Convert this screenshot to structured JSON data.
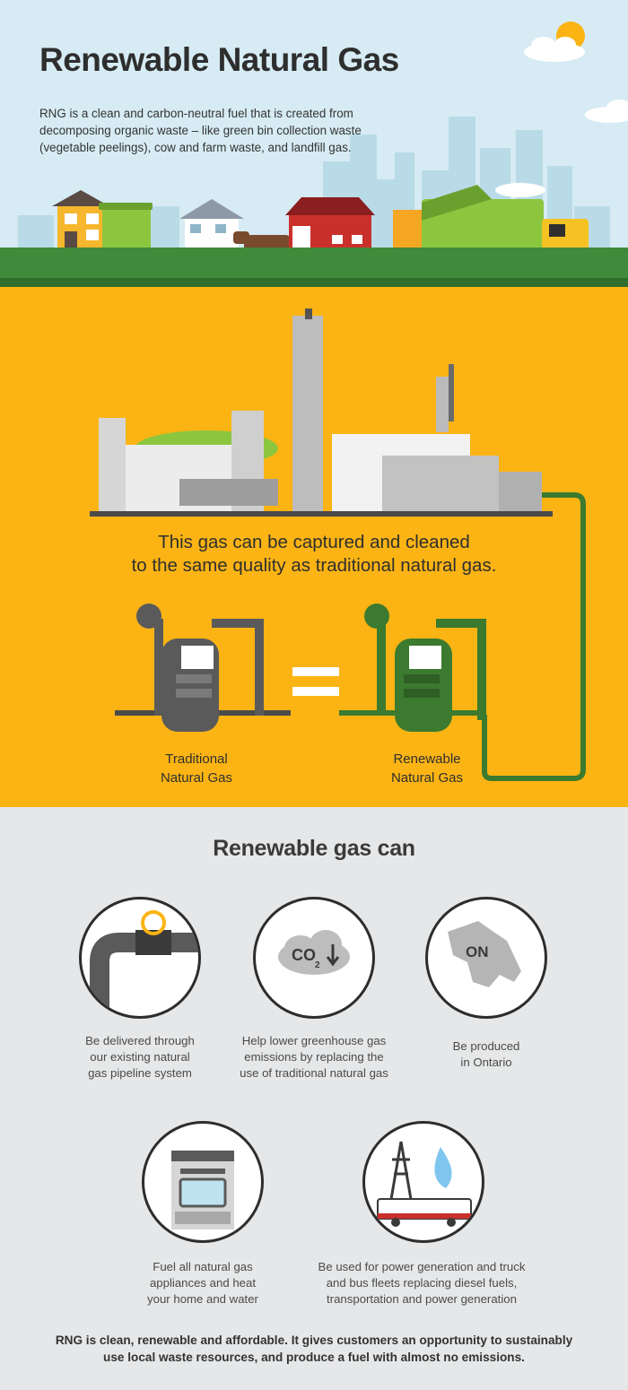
{
  "header": {
    "title": "Renewable Natural Gas",
    "intro": "RNG is a clean and carbon-neutral fuel that is created from decomposing organic waste – like green bin collection waste (vegetable peelings), cow and farm waste, and landfill gas."
  },
  "process": {
    "captured_line1": "This gas can be captured and cleaned",
    "captured_line2": "to the same quality as traditional natural gas.",
    "traditional_line1": "Traditional",
    "traditional_line2": "Natural Gas",
    "renewable_line1": "Renewable",
    "renewable_line2": "Natural Gas"
  },
  "benefits": {
    "heading": "Renewable gas can",
    "items": [
      {
        "lines": [
          "Be delivered through",
          "our existing natural",
          "gas pipeline system"
        ],
        "icon": "pipeline-valve-icon"
      },
      {
        "lines": [
          "Help lower greenhouse gas",
          "emissions by replacing the",
          "use of traditional natural gas"
        ],
        "icon": "co2-cloud-icon",
        "icon_text": "CO",
        "icon_sub": "2"
      },
      {
        "lines": [
          "Be produced",
          "in Ontario"
        ],
        "icon": "ontario-map-icon",
        "icon_text": "ON"
      },
      {
        "lines": [
          "Fuel all natural gas",
          "appliances and heat",
          "your home and water"
        ],
        "icon": "gas-stove-icon"
      },
      {
        "lines": [
          "Be used for power generation and truck",
          "and bus fleets replacing diesel fuels,",
          "transportation and power generation"
        ],
        "icon": "power-tower-bus-flame-icon"
      }
    ],
    "footer_line1": "RNG is clean, renewable and affordable.  It gives customers an opportunity to sustainably",
    "footer_line2": "use local waste resources, and produce a fuel with almost no emissions."
  },
  "colors": {
    "sky": "#d6ebf3",
    "grass": "#3f8a3b",
    "yellow": "#fbb414",
    "grey": "#e6e7e8",
    "pipe_green": "#3c7a2f",
    "meter_grey": "#5a5a5a"
  }
}
